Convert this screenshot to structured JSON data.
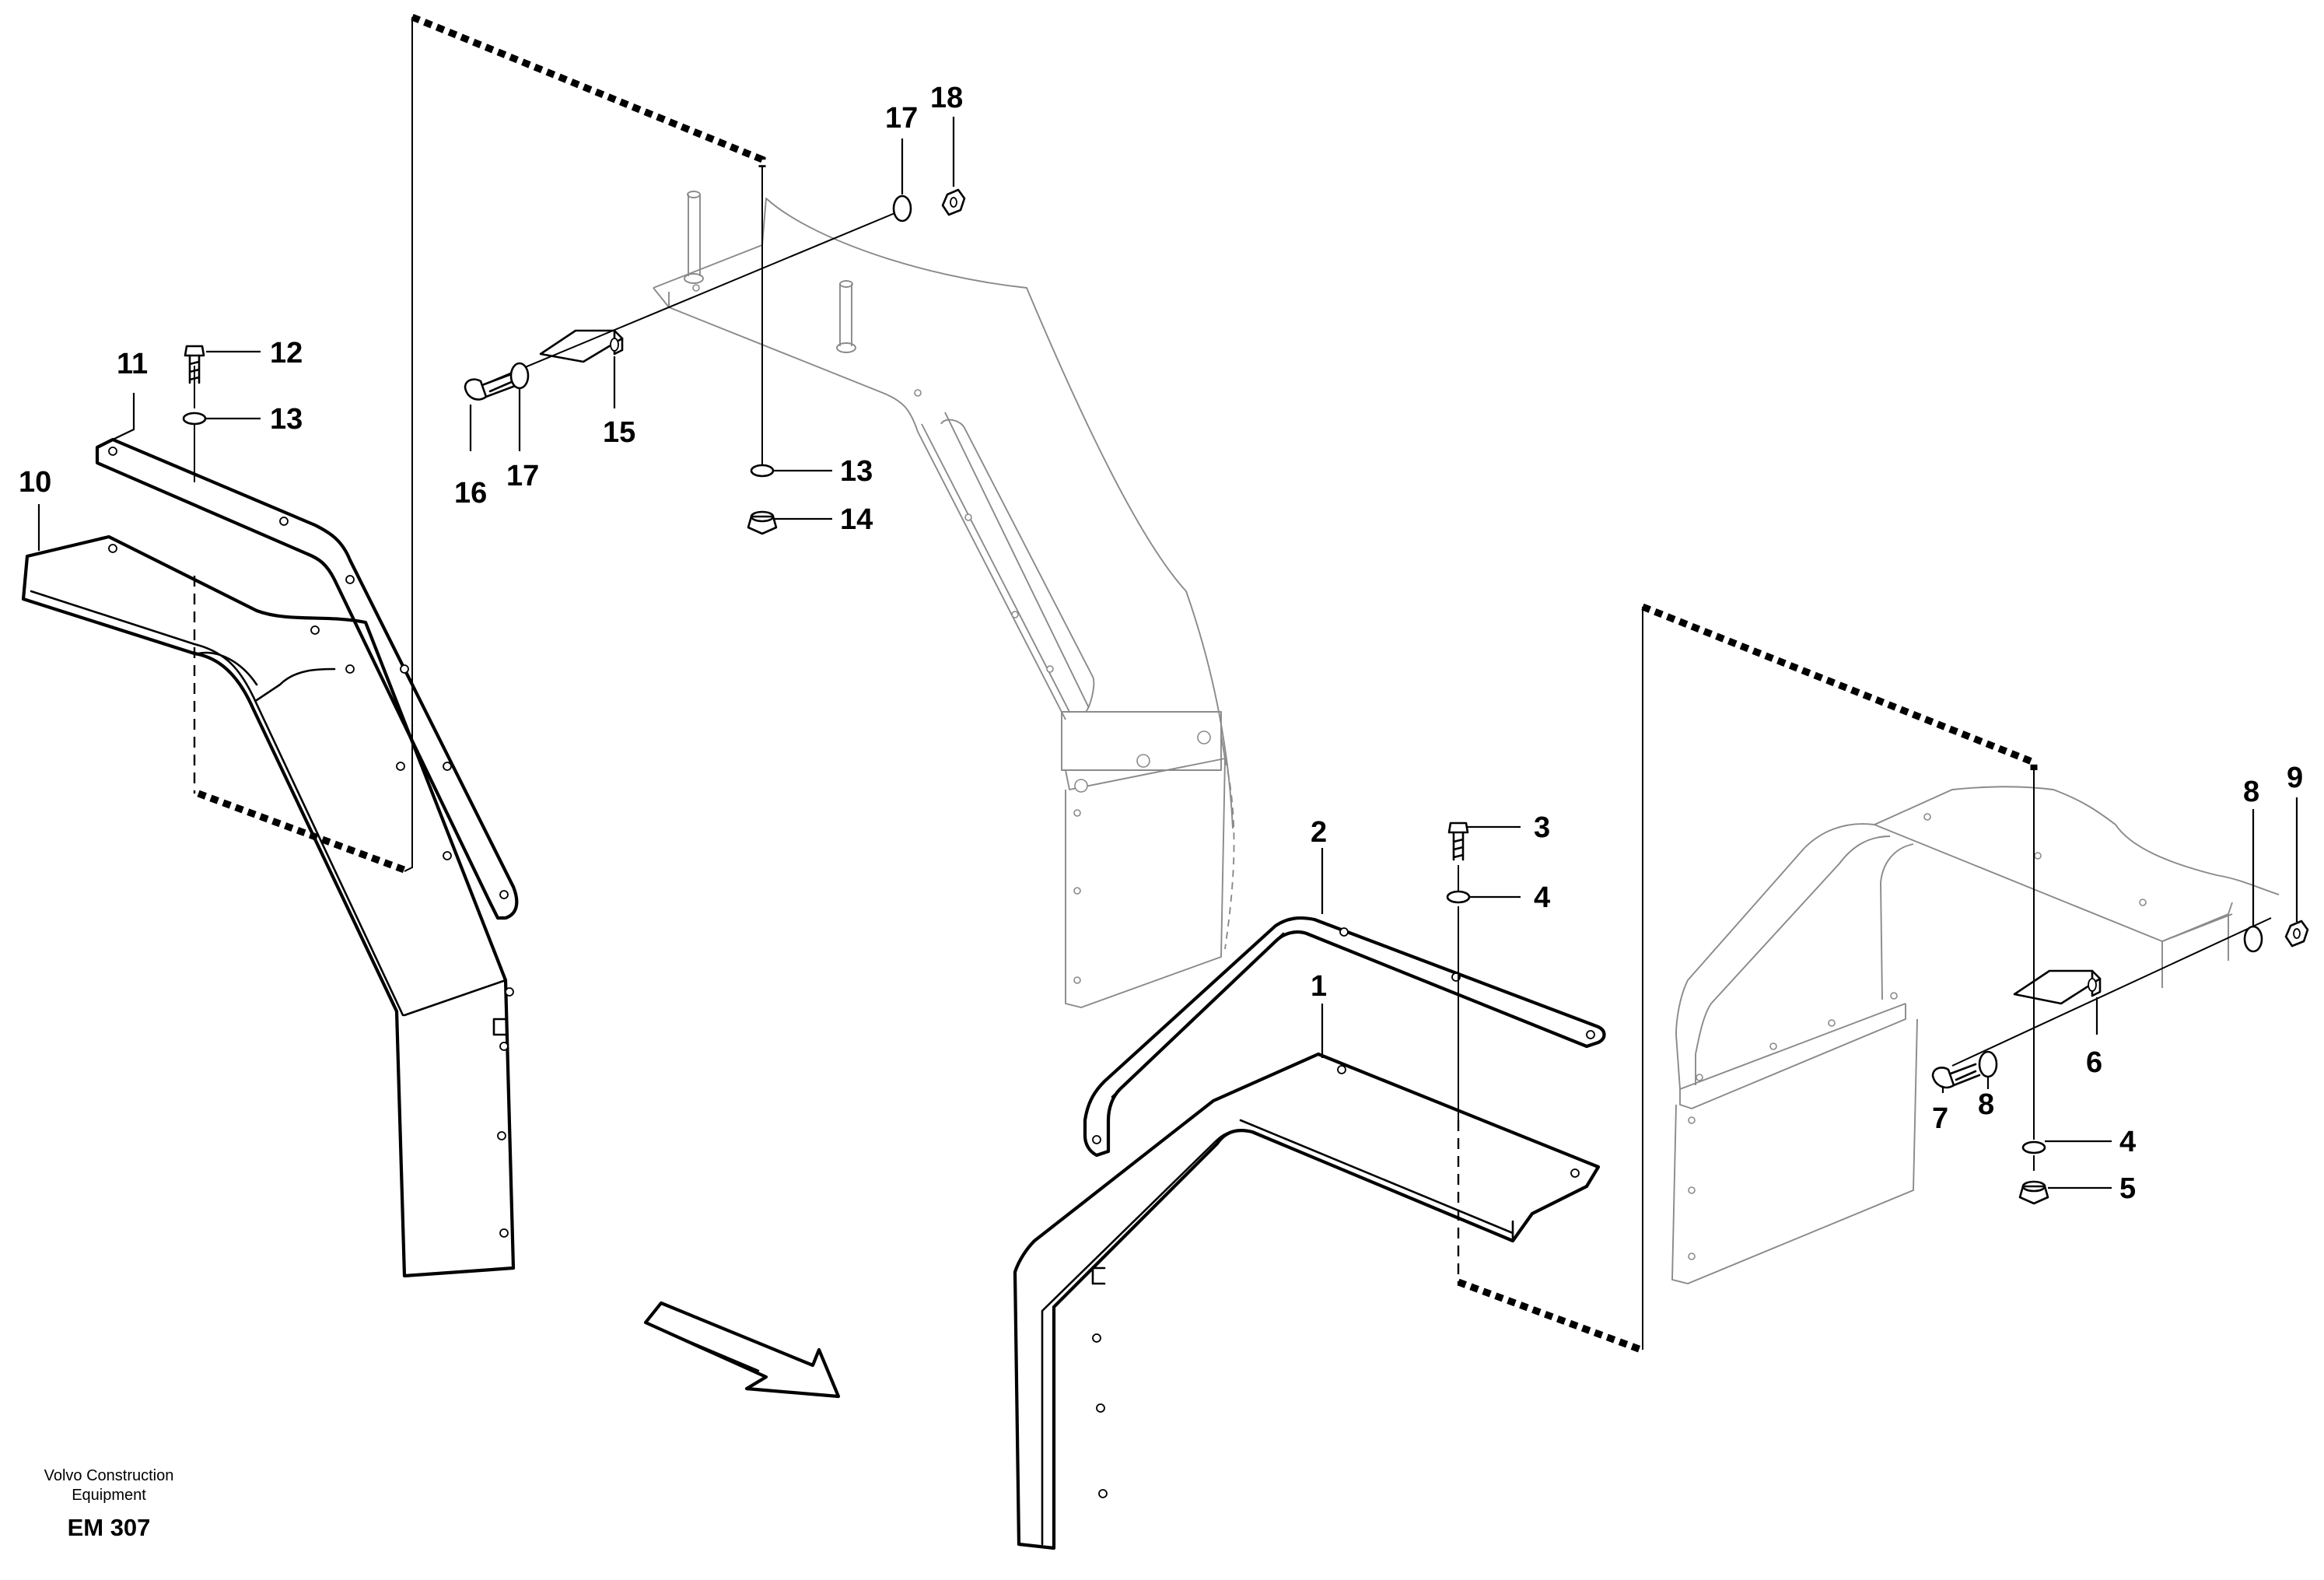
{
  "callouts": {
    "c1": "1",
    "c2": "2",
    "c3": "3",
    "c4a": "4",
    "c4b": "4",
    "c5": "5",
    "c6": "6",
    "c7": "7",
    "c8a": "8",
    "c8b": "8",
    "c9": "9",
    "c10": "10",
    "c11": "11",
    "c12": "12",
    "c13a": "13",
    "c13b": "13",
    "c14": "14",
    "c15": "15",
    "c16": "16",
    "c17a": "17",
    "c17b": "17",
    "c18": "18"
  },
  "footer": {
    "company_line1": "Volvo Construction",
    "company_line2": "Equipment",
    "code": "EM 307"
  },
  "icons": {
    "direction": "forward-direction-arrow-icon"
  },
  "colors": {
    "line": "#000000",
    "hidden_line": "#8a8a8a",
    "background": "#ffffff"
  }
}
